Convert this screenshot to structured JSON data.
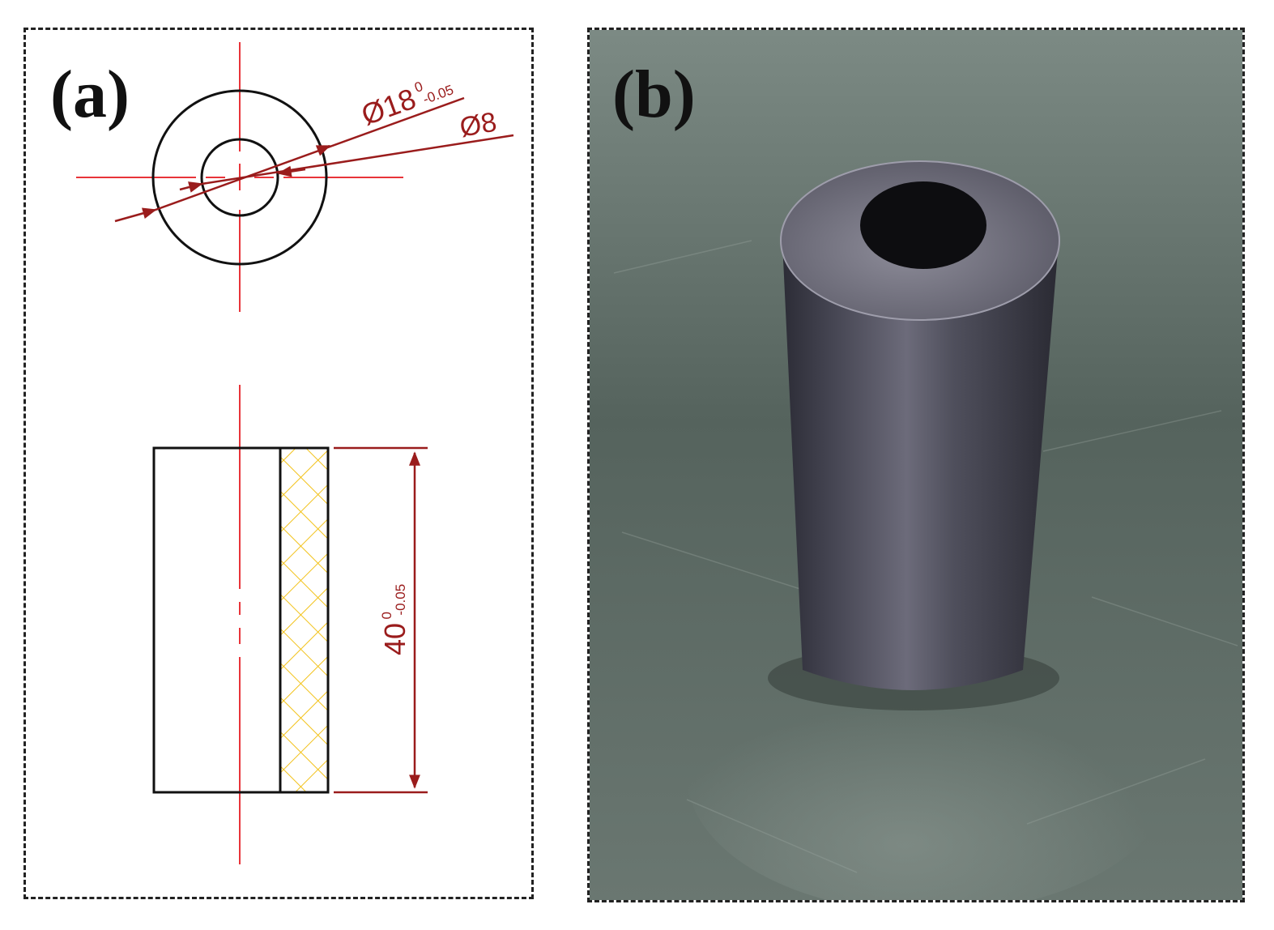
{
  "panels": {
    "a": {
      "label": "(a)"
    },
    "b": {
      "label": "(b)"
    }
  },
  "drawing": {
    "outer_diameter": {
      "symbol": "Ø18",
      "upper_tol": "0",
      "lower_tol": "-0.05"
    },
    "inner_diameter": {
      "symbol": "Ø8"
    },
    "length": {
      "value": "40",
      "upper_tol": "0",
      "lower_tol": "-0.05"
    }
  },
  "colors": {
    "dimension": "#9a1c1c",
    "centerline": "#e8343a",
    "outline": "#111111",
    "hatch": "#f2c21a",
    "ground": "#4d5a55",
    "sleeve": "#3c3c48"
  }
}
